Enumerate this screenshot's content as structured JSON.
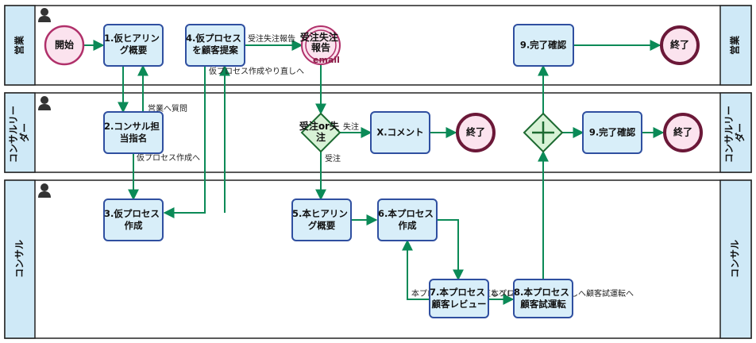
{
  "lanes": [
    {
      "name": "営業"
    },
    {
      "name": "コンサルリーダー",
      "line1": "コンサルリー",
      "line2": "ダー"
    },
    {
      "name": "コンサル"
    }
  ],
  "events": {
    "start": "開始",
    "end_sales_1": "終了",
    "end_leader_1": "終了",
    "end_leader_2": "終了",
    "report": {
      "line1": "受注失注",
      "line2": "報告",
      "sub": "email"
    }
  },
  "tasks": {
    "t1": {
      "line1": "1.仮ヒアリン",
      "line2": "グ概要"
    },
    "t2": {
      "line1": "2.コンサル担",
      "line2": "当指名"
    },
    "t3": {
      "line1": "3.仮プロセス",
      "line2": "作成"
    },
    "t4": {
      "line1": "4.仮プロセス",
      "line2": "を顧客提案"
    },
    "t5": {
      "line1": "5.本ヒアリン",
      "line2": "グ概要"
    },
    "t6": {
      "line1": "6.本プロセス",
      "line2": "作成"
    },
    "t7": {
      "line1": "7.本プロセス",
      "line2": "顧客レビュー"
    },
    "t8": {
      "line1": "8.本プロセス",
      "line2": "顧客試運転"
    },
    "t9a": {
      "line1": "9.完了確認"
    },
    "t9b": {
      "line1": "9.完了確認"
    },
    "tx": {
      "line1": "X.コメント"
    }
  },
  "gateways": {
    "decision": {
      "line1": "受注or失",
      "line2": "注"
    }
  },
  "flow_labels": {
    "report_sales": "受注失注報告",
    "redo": "仮プロセス作成やり直しへ",
    "ask_sales": "営業へ質問",
    "to_create": "仮プロセス作成へ",
    "lost": "失注",
    "won": "受注",
    "review_back": "本プロセス作成やり直しへ",
    "review_back2": "レビューへ",
    "test_back": "本プロセス作成やり直しへ",
    "test_back2": "顧客試運転へ"
  }
}
